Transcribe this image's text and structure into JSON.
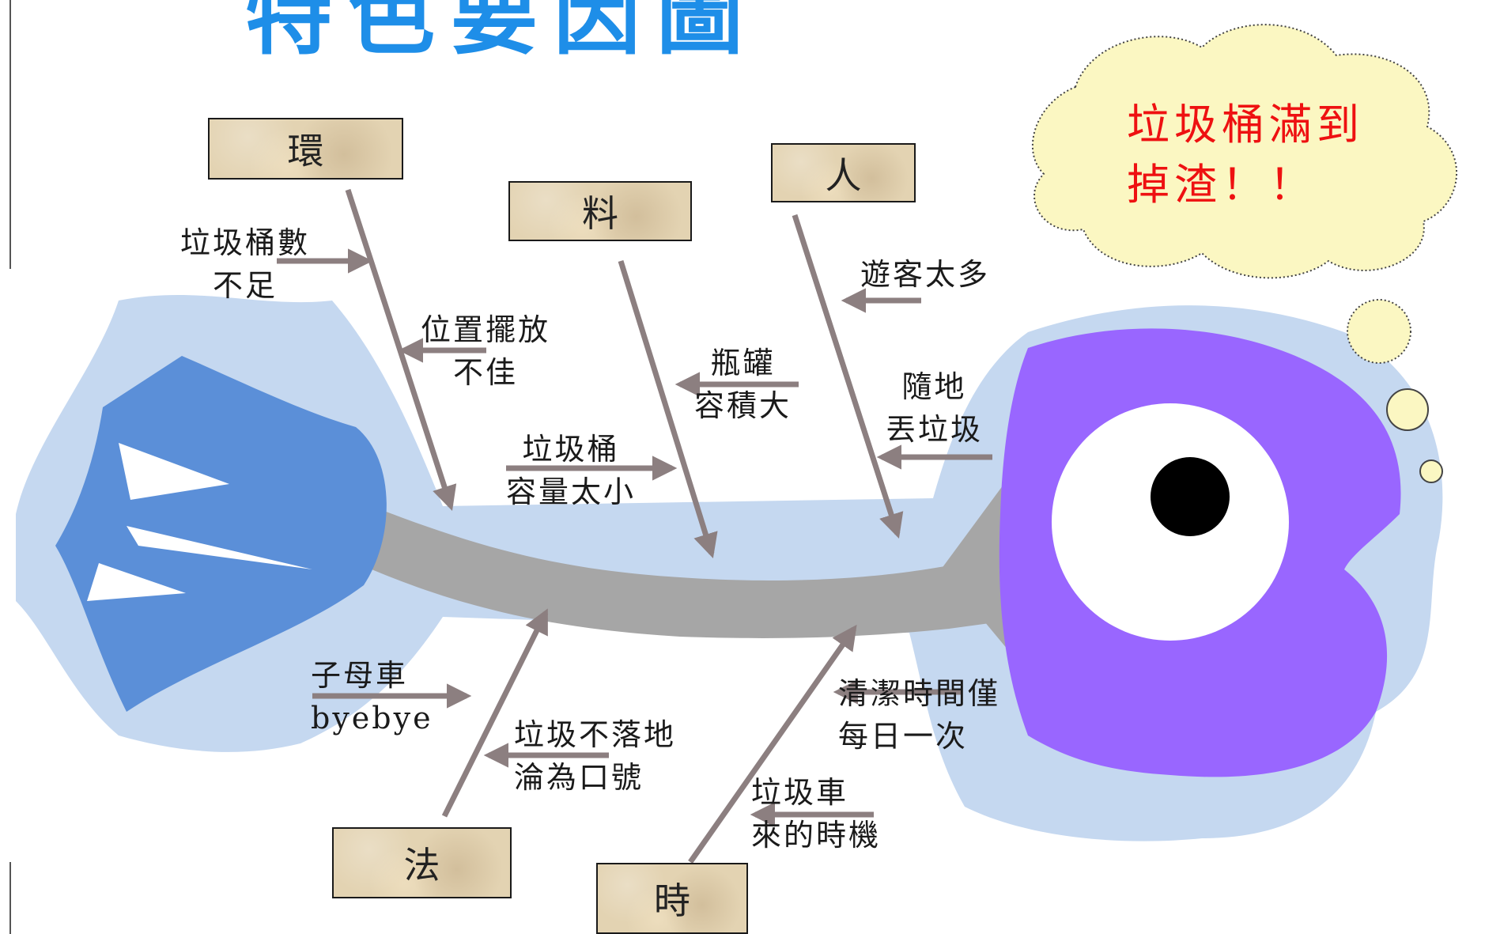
{
  "title": "特色要因圖",
  "effect": {
    "lines": [
      "垃圾桶滿到",
      "掉渣！！"
    ]
  },
  "categories": {
    "environment": "環",
    "material": "料",
    "people": "人",
    "method": "法",
    "time": "時"
  },
  "causes": {
    "env_1": [
      "垃圾桶數",
      "不足"
    ],
    "env_2": [
      "位置擺放",
      "不佳"
    ],
    "mat_1": [
      "瓶罐",
      "容積大"
    ],
    "mat_2": [
      "垃圾桶",
      "容量太小"
    ],
    "ppl_1": [
      "遊客太多"
    ],
    "ppl_2": [
      "隨地",
      "丟垃圾"
    ],
    "met_1": [
      "子母車",
      "byebye"
    ],
    "met_2": [
      "垃圾不落地",
      "淪為口號"
    ],
    "tim_1": [
      "清潔時間僅",
      "每日一次"
    ],
    "tim_2": [
      "垃圾車",
      "來的時機"
    ]
  },
  "colors": {
    "halo": "#c5d8f0",
    "tail": "#5b8fd8",
    "head": "#9966ff",
    "spine": "#a6a6a6",
    "arrow": "#8c7f80",
    "cloud": "#fbf7c2",
    "effect_text": "#ee1111",
    "title": "#1e8ee8"
  }
}
